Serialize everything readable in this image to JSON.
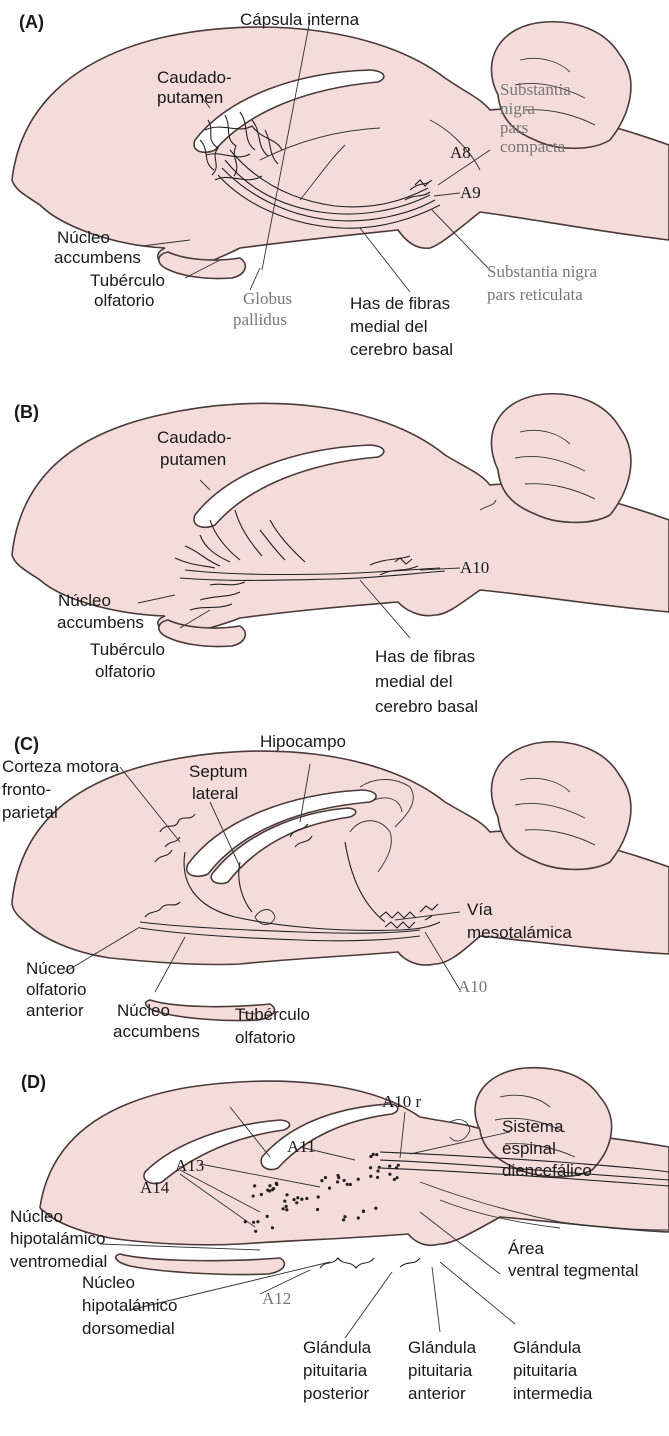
{
  "colors": {
    "tissue": "#f3dcd9",
    "outline": "#4a3a3a",
    "grey_label": "#777777"
  },
  "panelA": {
    "tag": "(A)",
    "capsula": "Cápsula interna",
    "caudado": [
      "Caudado-",
      "putamen"
    ],
    "sn_compacta": [
      "Substantia",
      "nigra",
      "pars",
      "compacta"
    ],
    "a8": "A8",
    "a9": "A9",
    "nucleo": [
      "Núcleo",
      "accumbens"
    ],
    "tuberculo": [
      "Tubérculo",
      "olfatorio"
    ],
    "globus": [
      "Globus",
      "pallidus"
    ],
    "has": [
      "Has de fibras",
      "medial del",
      "cerebro basal"
    ],
    "sn_reticulata": [
      "Substantia nigra",
      "pars reticulata"
    ]
  },
  "panelB": {
    "tag": "(B)",
    "caudado": [
      "Caudado-",
      "putamen"
    ],
    "a10": "A10",
    "nucleo": [
      "Núcleo",
      "accumbens"
    ],
    "tuberculo": [
      "Tubérculo",
      "olfatorio"
    ],
    "has": [
      "Has de fibras",
      "medial del",
      "cerebro basal"
    ]
  },
  "panelC": {
    "tag": "(C)",
    "hipocampo": "Hipocampo",
    "corteza": [
      "Corteza motora",
      "fronto-",
      "parietal"
    ],
    "septum": [
      "Septum",
      "lateral"
    ],
    "via": [
      "Vía",
      "mesotalámica"
    ],
    "nuceo": [
      "Núceo",
      "olfatorio",
      "anterior"
    ],
    "nucleo": [
      "Núcleo",
      "accumbens"
    ],
    "tuberculo": [
      "Tubérculo",
      "olfatorio"
    ],
    "a10": "A10"
  },
  "panelD": {
    "tag": "(D)",
    "a10r": "A10 r",
    "sistema": [
      "Sistema",
      "espinal",
      "diencefálico"
    ],
    "a11": "A11",
    "a13": "A13",
    "a14": "A14",
    "nhv": [
      "Núcleo",
      "hipotalámico",
      "ventromedial"
    ],
    "area": [
      "Área",
      "ventral tegmental"
    ],
    "a12": "A12",
    "nhd": [
      "Núcleo",
      "hipotalámico",
      "dorsomedial"
    ],
    "gpp": [
      "Glándula",
      "pituitaria",
      "posterior"
    ],
    "gpa": [
      "Glándula",
      "pituitaria",
      "anterior"
    ],
    "gpi": [
      "Glándula",
      "pituitaria",
      "intermedia"
    ]
  }
}
